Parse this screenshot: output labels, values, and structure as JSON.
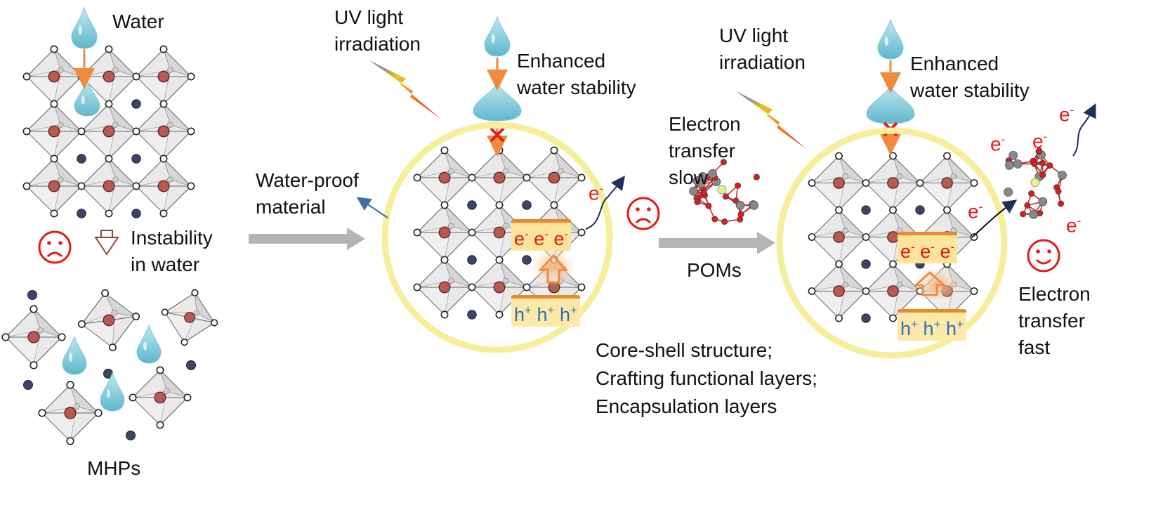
{
  "labels": {
    "water": "Water",
    "instability_line1": "Instability",
    "instability_line2": "in water",
    "mhps": "MHPs",
    "uv1_line1": "UV light",
    "uv1_line2": "irradiation",
    "enhanced1_line1": "Enhanced",
    "enhanced1_line2": "water stability",
    "waterproof_line1": "Water-proof",
    "waterproof_line2": "material",
    "electron_transfer_slow_line1": "Electron",
    "electron_transfer_slow_line2": "transfer",
    "electron_transfer_slow_line3": "slow",
    "poms": "POMs",
    "uv2_line1": "UV light",
    "uv2_line2": "irradiation",
    "enhanced2_line1": "Enhanced",
    "enhanced2_line2": "water stability",
    "electron_transfer_fast_line1": "Electron",
    "electron_transfer_fast_line2": "transfer",
    "electron_transfer_fast_line3": "fast",
    "strategies_line1": "Core-shell structure;",
    "strategies_line2": "Crafting functional layers;",
    "strategies_line3": "Encapsulation layers",
    "electron_symbol": "e",
    "hole_symbol": "h",
    "minus_sign": "-",
    "plus_sign": "+"
  },
  "colors": {
    "water_drop": "#8fd3e0",
    "arrow_orange": "#f08a3c",
    "shell_ring": "#f6ee9a",
    "band_fill": "#fce49a",
    "electron_red": "#e31b1b",
    "hole_blue": "#2f6fb8",
    "process_arrow_gray": "#b4b4b4",
    "pom_oxygen": "#d42020",
    "pom_metal": "#888888",
    "octahedron_center": "#b85a50",
    "a_site_cation": "#3c4468",
    "sad_face_red": "#e31b1b"
  }
}
